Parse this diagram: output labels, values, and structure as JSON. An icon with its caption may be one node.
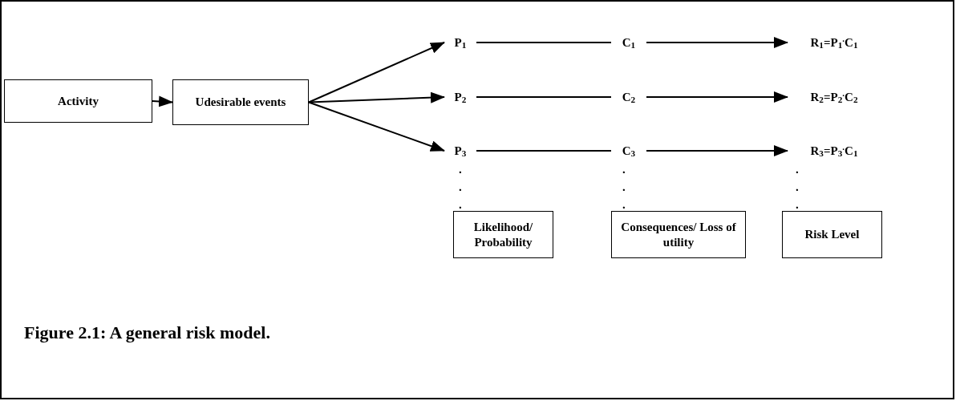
{
  "diagram": {
    "caption": "Figure 2.1: A general risk model.",
    "nodes": [
      {
        "text": [
          "Activity"
        ]
      },
      {
        "text": [
          "Udesirable events"
        ]
      },
      {
        "text": [
          "P$_{1}$"
        ]
      },
      {
        "text": [
          "P$_{2}$"
        ]
      },
      {
        "text": [
          "P$_{3}$"
        ]
      },
      {
        "text": [
          "C$_{1}$"
        ]
      },
      {
        "text": [
          "C$_{2}$"
        ]
      },
      {
        "text": [
          "C$_{3}$"
        ]
      },
      {
        "text": [
          "R$_{1}$=P$_{1}$$^{.}$C$_{1}$"
        ]
      },
      {
        "text": [
          "R$_{2}$=P$_{2}$$^{.}$C$_{2}$"
        ]
      },
      {
        "text": [
          "R$_{3}$=P$_{3}$$^{.}$C$_{1}$"
        ]
      },
      {
        "text": [
          "Likelihood/ Probability"
        ]
      },
      {
        "text": [
          "Consequences/ Loss of utility"
        ]
      },
      {
        "text": [
          "Risk Level"
        ]
      }
    ],
    "edges": [
      {
        "from": 0,
        "to": 1,
        "arrow": "to"
      },
      {
        "from": 1,
        "to": 2,
        "arrow": "to"
      },
      {
        "from": 1,
        "to": 3,
        "arrow": "to"
      },
      {
        "from": 1,
        "to": 4,
        "arrow": "to"
      },
      {
        "from": 2,
        "to": 5,
        "arrow": "none"
      },
      {
        "from": 3,
        "to": 6,
        "arrow": "none"
      },
      {
        "from": 4,
        "to": 7,
        "arrow": "none"
      },
      {
        "from": 5,
        "to": 8,
        "arrow": "to"
      },
      {
        "from": 6,
        "to": 9,
        "arrow": "to"
      },
      {
        "from": 7,
        "to": 10,
        "arrow": "to"
      }
    ],
    "labels": [
      ".",
      ".",
      ".",
      ".",
      ".",
      ".",
      ".",
      ".",
      "."
    ]
  }
}
